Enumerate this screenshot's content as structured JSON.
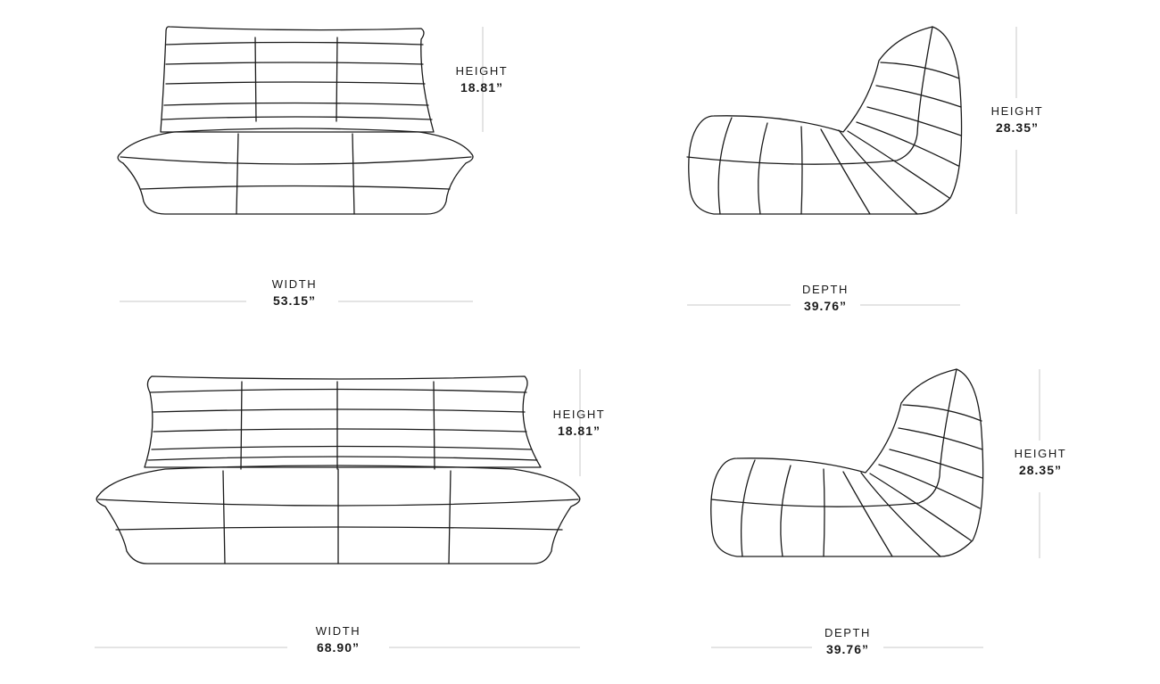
{
  "diagrams": [
    {
      "front_view": {
        "height": {
          "label": "HEIGHT",
          "value": "18.81”"
        },
        "width": {
          "label": "WIDTH",
          "value": "53.15”"
        }
      },
      "side_view": {
        "height": {
          "label": "HEIGHT",
          "value": "28.35”"
        },
        "depth": {
          "label": "DEPTH",
          "value": "39.76”"
        }
      }
    },
    {
      "front_view": {
        "height": {
          "label": "HEIGHT",
          "value": "18.81”"
        },
        "width": {
          "label": "WIDTH",
          "value": "68.90”"
        }
      },
      "side_view": {
        "height": {
          "label": "HEIGHT",
          "value": "28.35”"
        },
        "depth": {
          "label": "DEPTH",
          "value": "39.76”"
        }
      }
    }
  ]
}
